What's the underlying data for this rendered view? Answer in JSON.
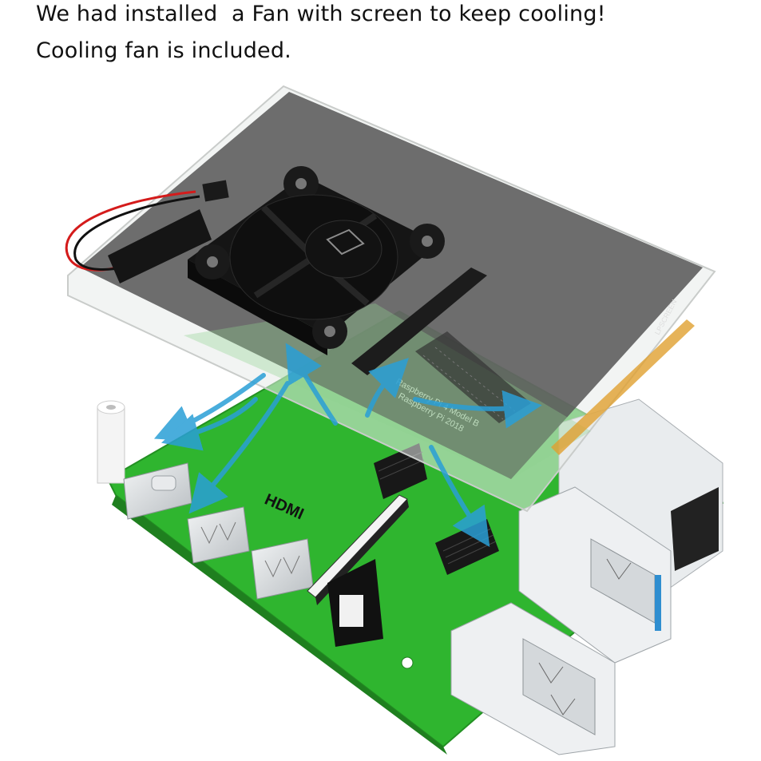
{
  "caption": {
    "line1": "We had installed  a Fan with screen to keep cooling!",
    "line2": "Cooling fan is included."
  },
  "board": {
    "hdmi_label": "HDMI",
    "silk_line1": "Raspberry Pi 4 Model B",
    "silk_line2": "Raspberry Pi 2018",
    "screen_label": "LPSCREEN"
  },
  "colors": {
    "pcb": "#2fb52f",
    "screen": "#5a5a5a",
    "fan": "#151515",
    "airflow": "#2a9fd6",
    "port_metal": "#cfd3d6"
  }
}
